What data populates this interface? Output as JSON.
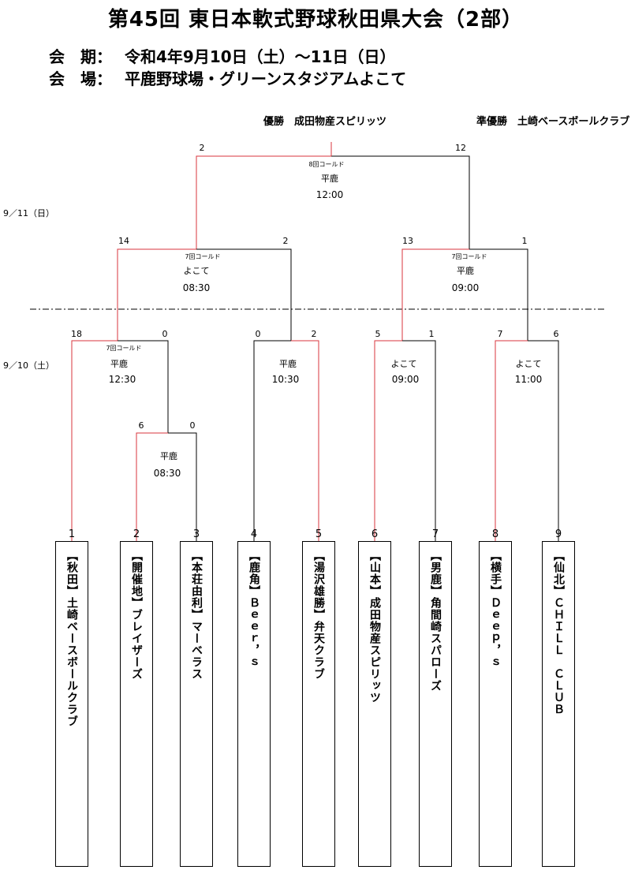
{
  "title": "第45回 東日本軟式野球秋田県大会（2部）",
  "period": {
    "label": "会　期：",
    "value": "令和4年9月10日（土）～11日（日）"
  },
  "venue_info": {
    "label": "会　場：",
    "value": "平鹿野球場・グリーンスタジアムよこて"
  },
  "champion": "優勝　成田物産スピリッツ",
  "runner_up": "準優勝　土崎ベースボールクラブ",
  "dates": {
    "day2": "9／11（日）",
    "day1": "9／10（土）"
  },
  "colors": {
    "win": "#d9363e",
    "line": "#000000"
  },
  "teams": [
    {
      "seed": "1",
      "name": "【秋田】土崎ベースボールクラブ"
    },
    {
      "seed": "2",
      "name": "【開催地】ブレイザーズ"
    },
    {
      "seed": "3",
      "name": "【本荘由利】マーベラス"
    },
    {
      "seed": "4",
      "name": "【鹿角】Ｂｅｅｒ，ｓ"
    },
    {
      "seed": "5",
      "name": "【湯沢雄勝】弁天クラブ"
    },
    {
      "seed": "6",
      "name": "【山本】成田物産スピリッツ"
    },
    {
      "seed": "7",
      "name": "【男鹿】角間崎スパローズ"
    },
    {
      "seed": "8",
      "name": "【横手】Ｄｅｅｐ，ｓ"
    },
    {
      "seed": "9",
      "name": "【仙北】ＣＨＩＬＬ　ＣＬＵＢ"
    }
  ],
  "matches": {
    "m23": {
      "venue": "平鹿",
      "time": "08:30",
      "score_left": "6",
      "score_right": "0"
    },
    "m1": {
      "venue": "平鹿",
      "time": "12:30",
      "score_left": "18",
      "score_right": "0",
      "note": "7回コールド"
    },
    "m45": {
      "venue": "平鹿",
      "time": "10:30",
      "score_left": "0",
      "score_right": "2"
    },
    "m67": {
      "venue": "よこて",
      "time": "09:00",
      "score_left": "5",
      "score_right": "1"
    },
    "m89": {
      "venue": "よこて",
      "time": "11:00",
      "score_left": "7",
      "score_right": "6"
    },
    "sfL": {
      "venue": "よこて",
      "time": "08:30",
      "score_left": "14",
      "score_right": "2",
      "note": "7回コールド"
    },
    "sfR": {
      "venue": "平鹿",
      "time": "09:00",
      "score_left": "13",
      "score_right": "1",
      "note": "7回コールド"
    },
    "final": {
      "venue": "平鹿",
      "time": "12:00",
      "score_left": "2",
      "score_right": "12",
      "note": "8回コールド"
    }
  }
}
